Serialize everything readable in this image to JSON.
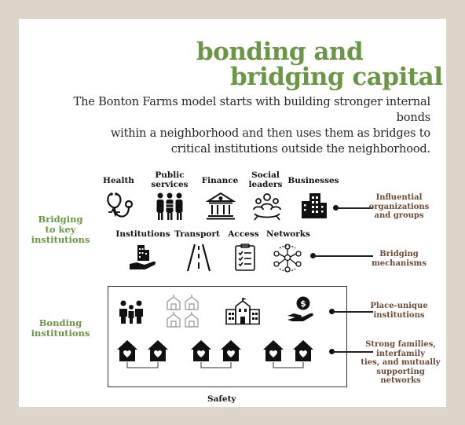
{
  "title": {
    "line1": "bonding and",
    "line2": "bridging capital"
  },
  "subtitle": {
    "line1": "The Bonton Farms model starts with building stronger internal bonds",
    "line2": "within a neighborhood and then uses them as bridges to",
    "line3": "critical institutions outside the neighborhood."
  },
  "row1": [
    {
      "label": "Health",
      "icon": "stethoscope-icon"
    },
    {
      "label": "Public services",
      "line1": "Public",
      "line2": "services",
      "icon": "people-group-icon"
    },
    {
      "label": "Finance",
      "icon": "bank-icon"
    },
    {
      "label": "Social leaders",
      "line1": "Social",
      "line2": "leaders",
      "icon": "community-icon"
    },
    {
      "label": "Businesses",
      "icon": "buildings-icon"
    }
  ],
  "row2": [
    {
      "label": "Institutions",
      "icon": "hand-building-icon"
    },
    {
      "label": "Transport",
      "icon": "road-icon"
    },
    {
      "label": "Access",
      "icon": "checklist-icon"
    },
    {
      "label": "Networks",
      "icon": "network-icon"
    }
  ],
  "side_labels": {
    "bridging": {
      "line1": "Bridging",
      "line2": "to key",
      "line3": "institutions"
    },
    "bonding": {
      "line1": "Bonding",
      "line2": "institutions"
    }
  },
  "right_labels": {
    "influential": {
      "line1": "Influential",
      "line2": "organizations",
      "line3": "and groups"
    },
    "bridging_mech": {
      "line1": "Bridging",
      "line2": "mechanisms"
    },
    "place_unique": {
      "line1": "Place-unique",
      "line2": "institutions"
    },
    "strong_families": {
      "line1": "Strong families,",
      "line2": "interfamily",
      "line3": "ties, and mutually",
      "line4": "supporting",
      "line5": "networks"
    }
  },
  "bonding_icons": [
    "family-icon",
    "churches-icon",
    "school-icon",
    "hand-money-icon"
  ],
  "houses": [
    "house-heart-icon",
    "house-heart-icon",
    "house-heart-icon",
    "house-heart-icon",
    "house-heart-icon",
    "house-heart-icon"
  ],
  "footer": {
    "safety": "Safety"
  },
  "colors": {
    "accent_green": "#6a9645",
    "label_brown": "#6b4a3a",
    "background": "#ddd5c9"
  }
}
